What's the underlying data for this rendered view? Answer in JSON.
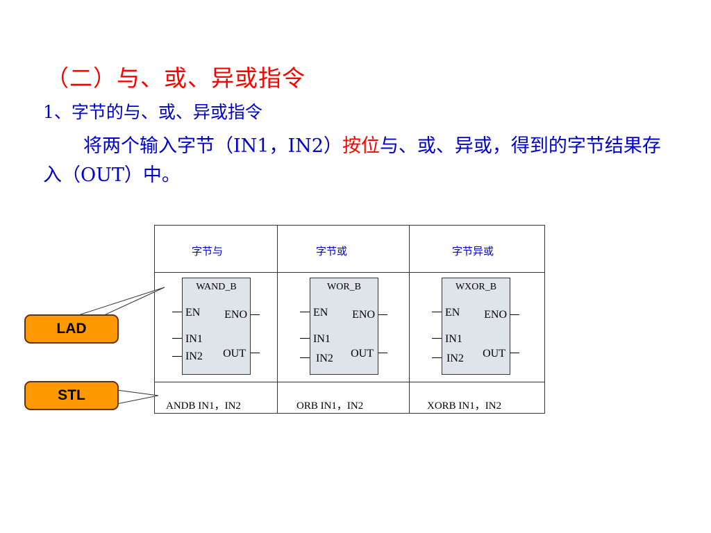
{
  "title": "（二）与、或、异或指令",
  "subtitle": "1、字节的与、或、异或指令",
  "paragraph": {
    "part1": "将两个输入字节（IN1，IN2）",
    "highlight": "按位",
    "part2": "与、或、异或，得到的字节结果存入（OUT）中。"
  },
  "table": {
    "headers": [
      "字节与",
      "字节或",
      "字节异或"
    ],
    "blocks": [
      {
        "name": "WAND_B",
        "en": "EN",
        "eno": "ENO",
        "in1": "IN1",
        "in2": "IN2",
        "out": "OUT"
      },
      {
        "name": "WOR_B",
        "en": "EN",
        "eno": "ENO",
        "in1": "IN1",
        "in2": "IN2",
        "out": "OUT"
      },
      {
        "name": "WXOR_B",
        "en": "EN",
        "eno": "ENO",
        "in1": "IN1",
        "in2": "IN2",
        "out": "OUT"
      }
    ],
    "stl": [
      "ANDB  IN1，IN2",
      "ORB  IN1，IN2",
      "XORB  IN1，IN2"
    ]
  },
  "callouts": {
    "lad": "LAD",
    "stl": "STL"
  },
  "colors": {
    "title": "#ff0000",
    "body": "#0000cc",
    "callout": "#ff9900",
    "box": "#dfe3ea"
  }
}
